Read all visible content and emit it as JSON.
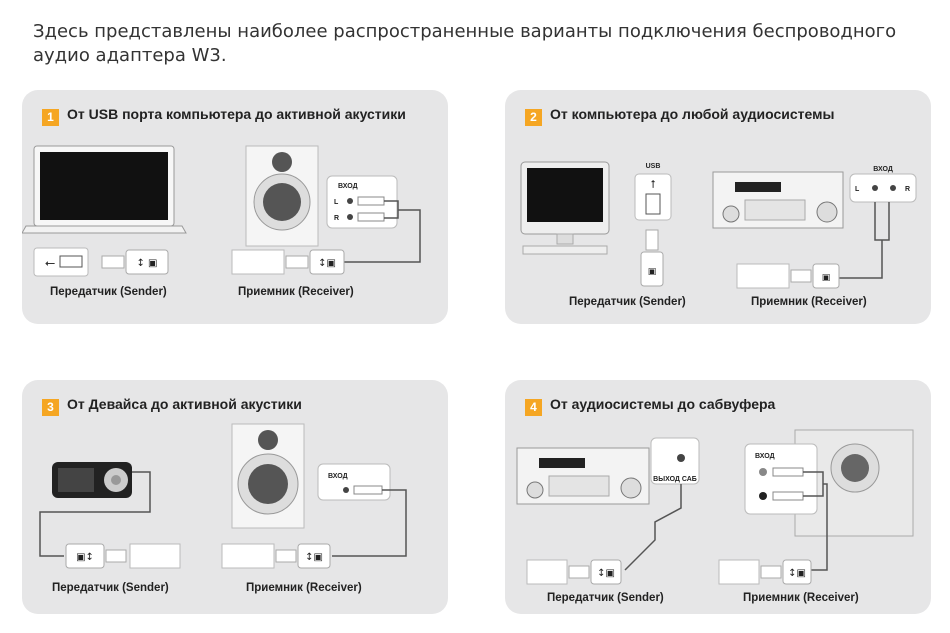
{
  "intro": "Здесь представлены наиболее распространенные варианты подключения беспроводного аудио адаптера W3.",
  "panels": [
    {
      "num": "1",
      "title": "От USB порта компьютера до активной акустики",
      "sender": "Передатчик (Sender)",
      "receiver": "Приемник (Receiver)",
      "input_label": "ВХОД",
      "left": "L",
      "right": "R"
    },
    {
      "num": "2",
      "title": "От компьютера до любой аудиосистемы",
      "sender": "Передатчик (Sender)",
      "receiver": "Приемник (Receiver)",
      "usb_label": "USB",
      "input_label": "ВХОД",
      "left": "L",
      "right": "R"
    },
    {
      "num": "3",
      "title": "От Девайса до активной акустики",
      "sender": "Передатчик (Sender)",
      "receiver": "Приемник (Receiver)",
      "input_label": "ВХОД"
    },
    {
      "num": "4",
      "title": "От аудиосистемы до сабвуфера",
      "sender": "Передатчик (Sender)",
      "receiver": "Приемник (Receiver)",
      "sub_out_label": "ВЫХОД САБ",
      "input_label": "ВХОД"
    }
  ]
}
